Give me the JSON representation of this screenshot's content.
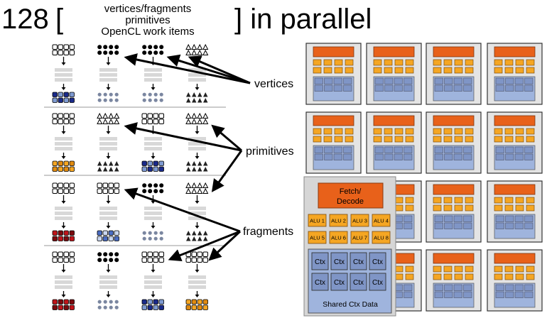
{
  "title": {
    "count": "128",
    "open_bracket": "[",
    "close_bracket": "] in parallel",
    "options": [
      "vertices/fragments",
      "primitives",
      "OpenCL work items"
    ]
  },
  "labels": {
    "vertices": "vertices",
    "primitives": "primitives",
    "fragments": "fragments"
  },
  "core": {
    "fetch_decode": [
      "Fetch/",
      "Decode"
    ],
    "alus": [
      "ALU 1",
      "ALU 2",
      "ALU 3",
      "ALU 4",
      "ALU 5",
      "ALU 6",
      "ALU 7",
      "ALU 8"
    ],
    "ctx": [
      "Ctx",
      "Ctx",
      "Ctx",
      "Ctx",
      "Ctx",
      "Ctx",
      "Ctx",
      "Ctx"
    ],
    "shared": "Shared Ctx Data"
  },
  "colors": {
    "orange": "#e8611a",
    "alu_orange": "#f5a623",
    "ctx_blue": "#9fb4dd",
    "ctx_box_blue": "#7f95c6",
    "core_bg": "#d6d6d6",
    "dark_blue": "#1a2a8a",
    "light_blue": "#7e9ad1",
    "red": "#c0141a",
    "gray_dot": "#7a86a0"
  }
}
